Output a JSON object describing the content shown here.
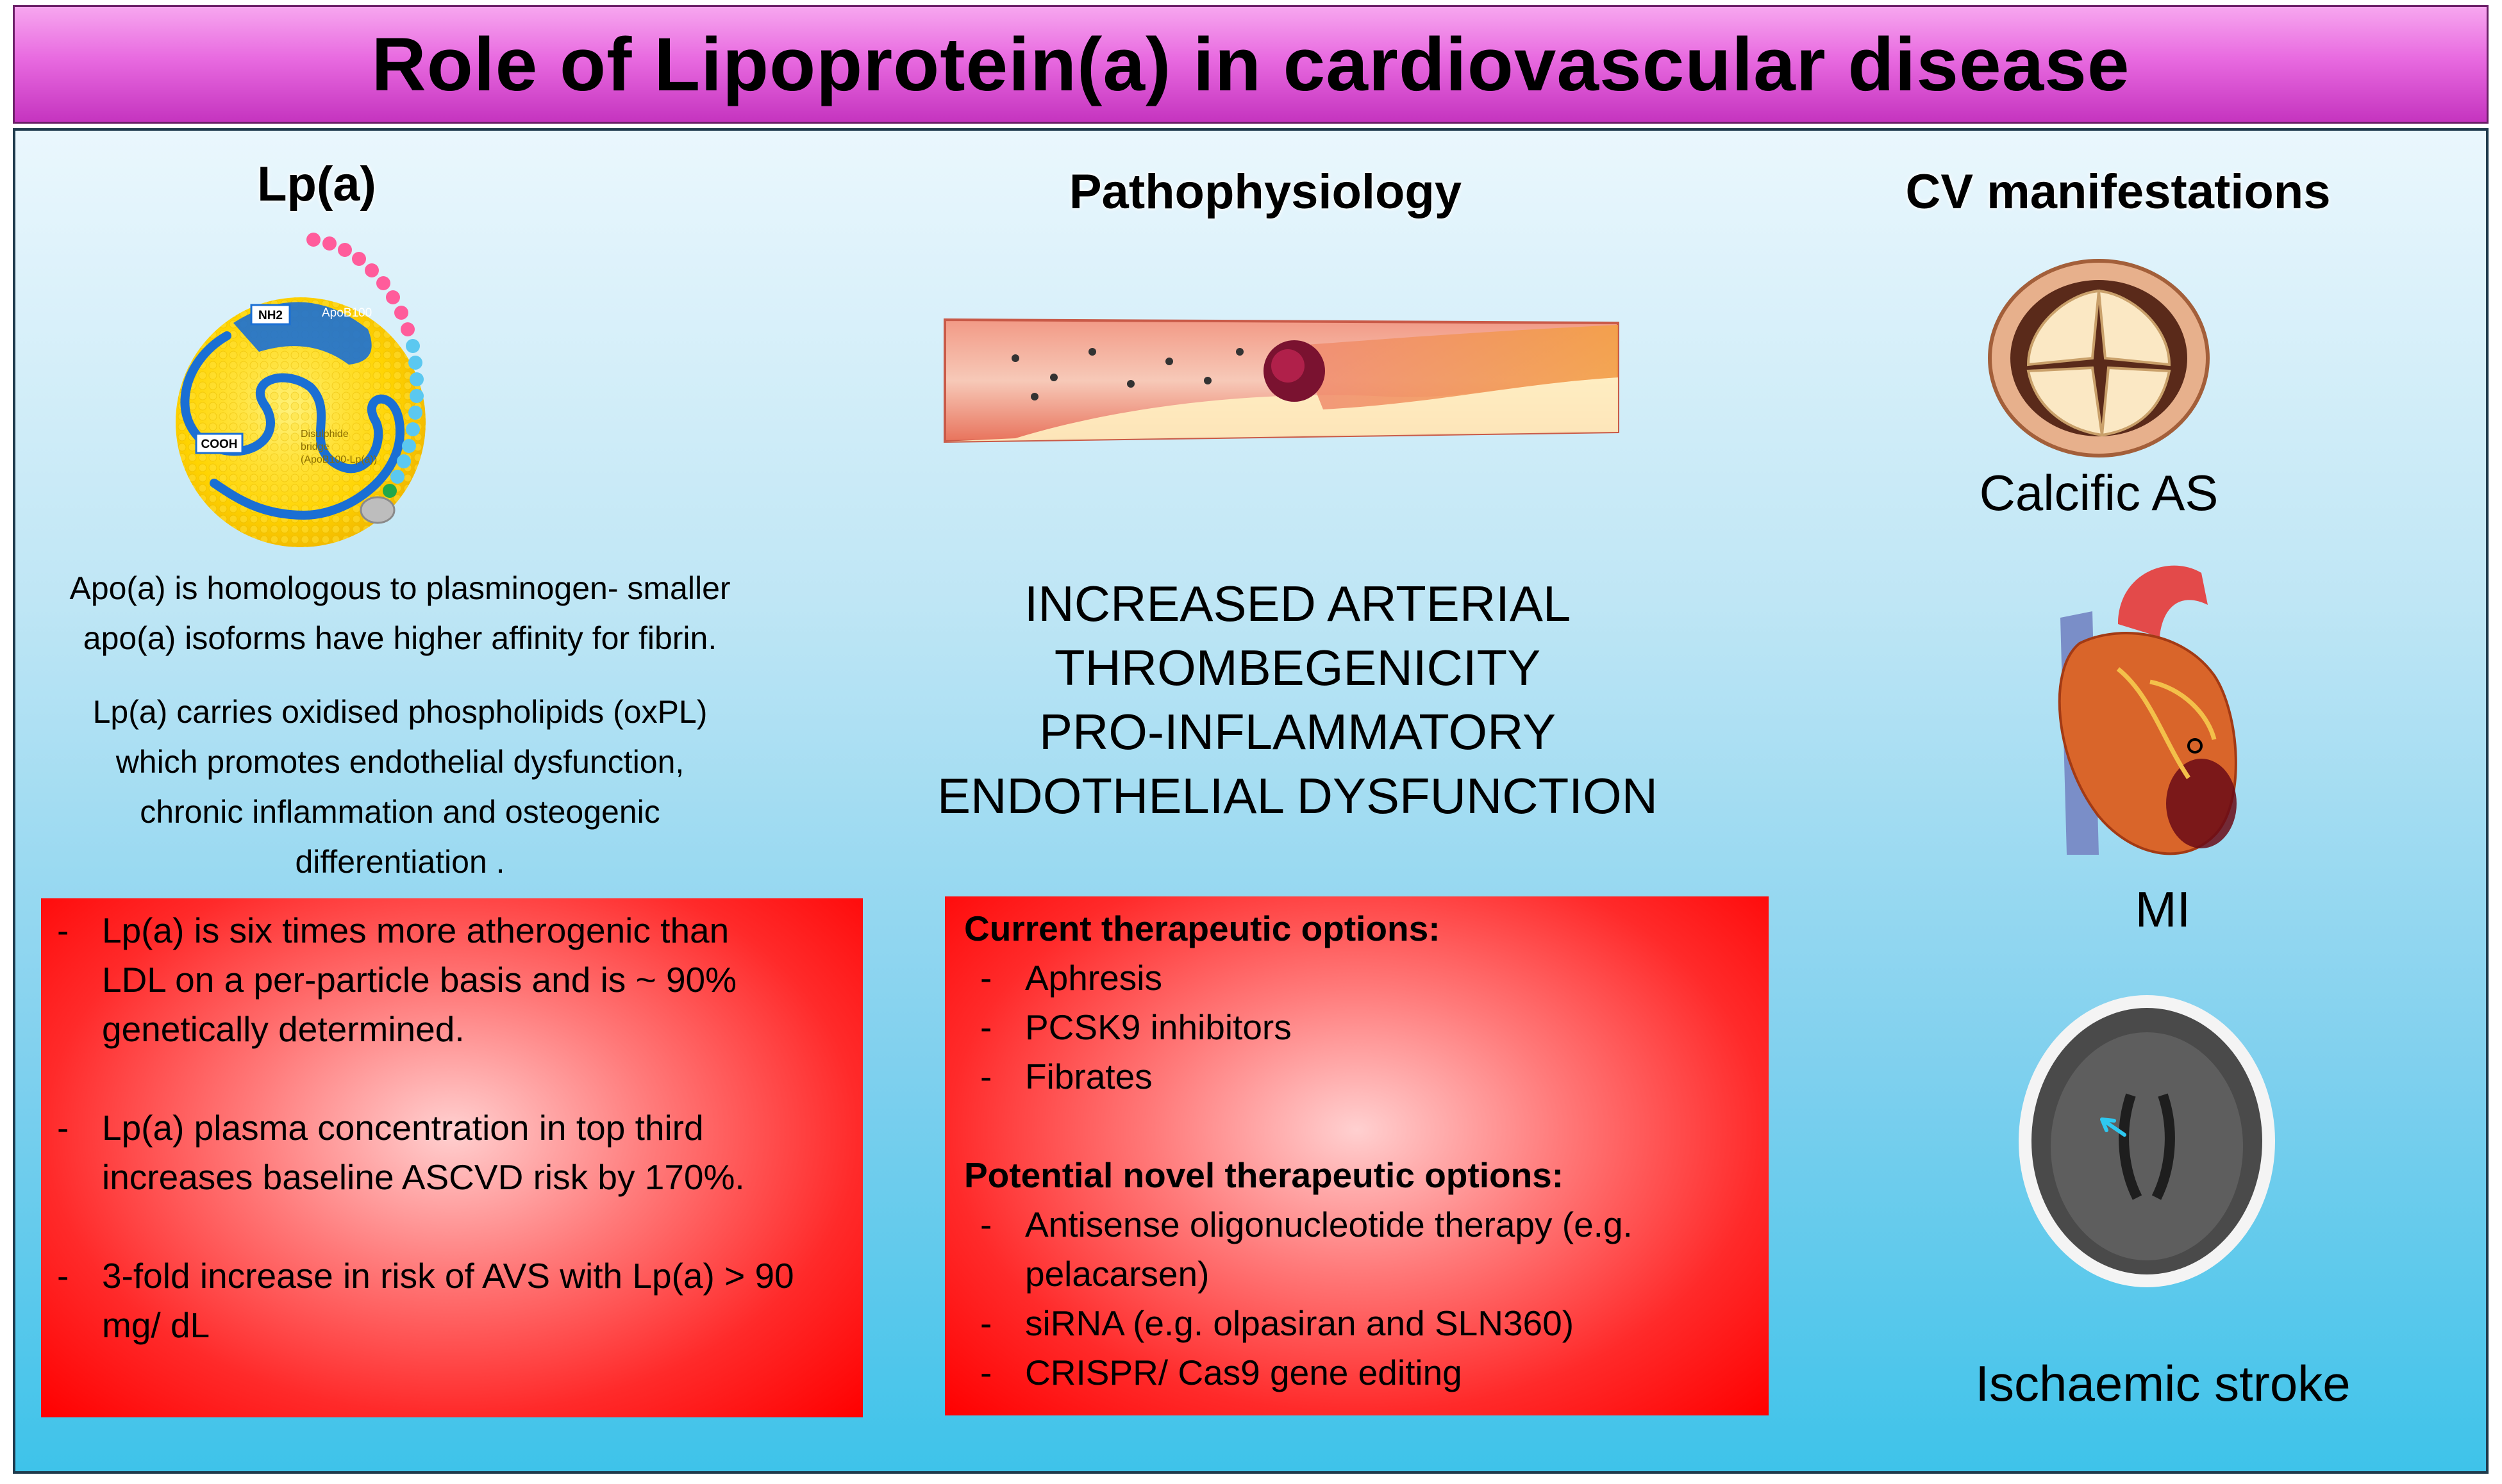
{
  "title": "Role of Lipoprotein(a) in cardiovascular disease",
  "columns": {
    "left": "Lp(a)",
    "middle": "Pathophysiology",
    "right": "CV manifestations"
  },
  "lpa_diagram": {
    "nh2": "NH2",
    "cooh": "COOH",
    "apob": "ApoB100",
    "disulphide": [
      "Disulphide",
      "bridge",
      "(ApoB100-Lp(a))"
    ]
  },
  "left_text": {
    "para1": [
      "Apo(a) is homologous to plasminogen- smaller",
      "apo(a) isoforms have higher affinity for fibrin."
    ],
    "para2": [
      "Lp(a) carries oxidised phospholipids (oxPL)",
      "which promotes endothelial dysfunction,",
      "chronic inflammation and osteogenic",
      "differentiation ."
    ]
  },
  "middle_text": [
    "INCREASED ARTERIAL THROMBEGENICITY",
    "PRO-INFLAMMATORY",
    "ENDOTHELIAL DYSFUNCTION"
  ],
  "left_box": [
    [
      "Lp(a) is six times more atherogenic than",
      "LDL on a per-particle basis and is ~ 90%",
      "genetically determined."
    ],
    [
      "Lp(a) plasma concentration in top third",
      "increases baseline ASCVD risk by 170%."
    ],
    [
      "3-fold increase in risk of AVS with Lp(a) > 90",
      "mg/ dL"
    ]
  ],
  "middle_box": {
    "current_heading": "Current therapeutic options:",
    "current": [
      "Aphresis",
      "PCSK9 inhibitors",
      "Fibrates"
    ],
    "novel_heading": "Potential novel therapeutic options:",
    "novel": [
      [
        "Antisense oligonucleotide therapy (e.g.",
        "pelacarsen)"
      ],
      [
        "siRNA (e.g. olpasiran and SLN360)"
      ],
      [
        "CRISPR/ Cas9 gene editing"
      ]
    ]
  },
  "dash": "-",
  "manifestations": [
    "Calcific AS",
    "MI",
    "Ischaemic stroke"
  ],
  "colors": {
    "header": "#e86ae0",
    "panel_top": "#eaf7fd",
    "panel_bottom": "#3ec3ea",
    "box_red": "#ff0000"
  }
}
